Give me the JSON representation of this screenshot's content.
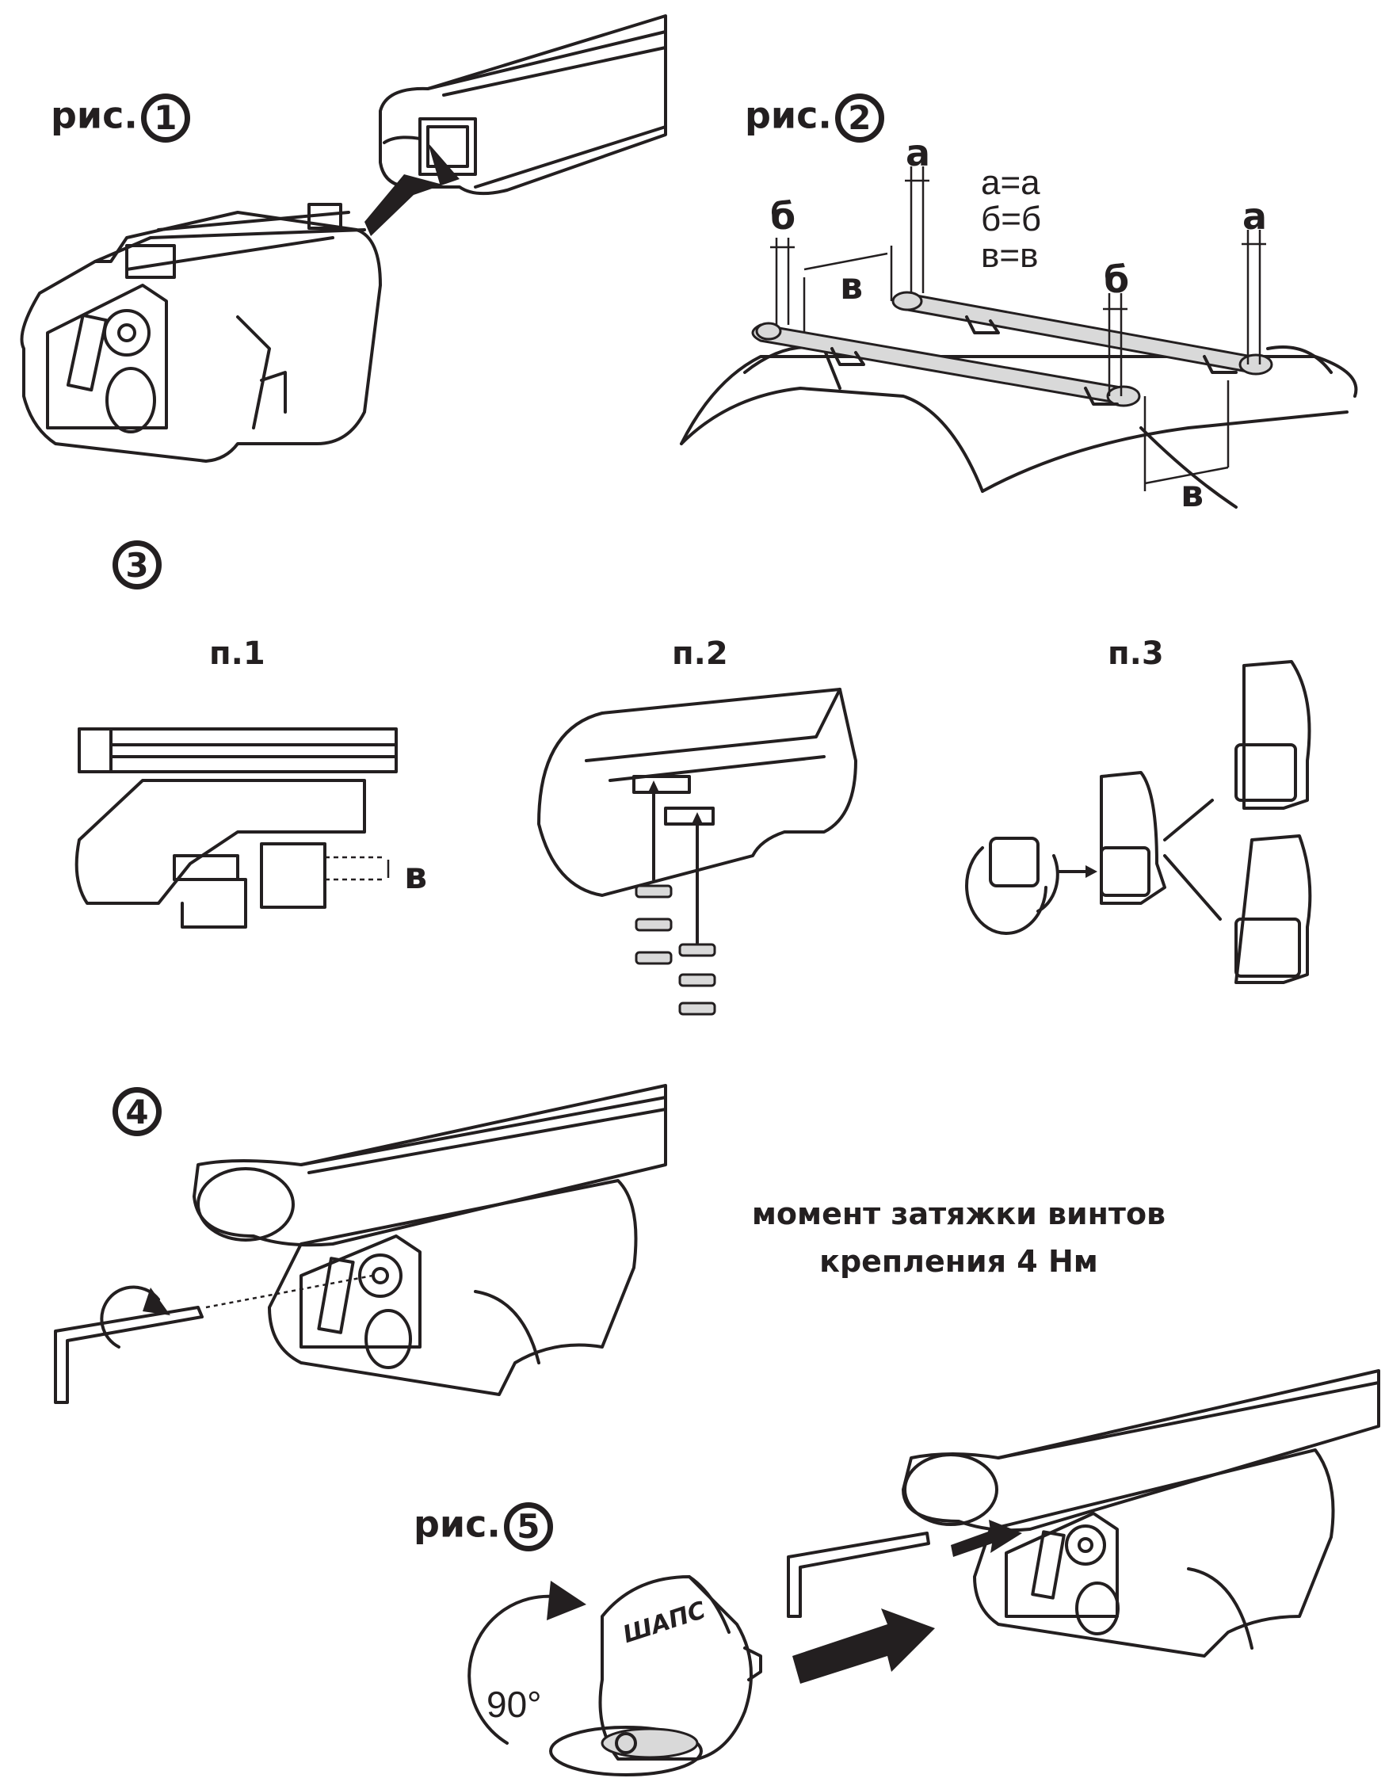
{
  "figures": {
    "fig1": {
      "prefix": "рис.",
      "number": "1"
    },
    "fig2": {
      "prefix": "рис.",
      "number": "2",
      "dim_a": "а",
      "dim_b": "б",
      "dim_v": "в",
      "equations": [
        "а=а",
        "б=б",
        "в=в"
      ]
    },
    "fig3": {
      "number": "3",
      "steps": [
        {
          "label": "п.1",
          "dim": "в"
        },
        {
          "label": "п.2"
        },
        {
          "label": "п.3"
        }
      ]
    },
    "fig4": {
      "number": "4",
      "torque_line1": "момент затяжки винтов",
      "torque_line2": "крепления  4 Нм"
    },
    "fig5": {
      "prefix": "рис.",
      "number": "5",
      "angle": "90°",
      "brand": "ШАПС"
    }
  },
  "icons": [
    "arrow-icon",
    "hex-key-icon",
    "rotate-icon",
    "key-icon"
  ],
  "colors": {
    "ink": "#231f20",
    "fill": "#ffffff",
    "pad": "#d9d9d9"
  }
}
